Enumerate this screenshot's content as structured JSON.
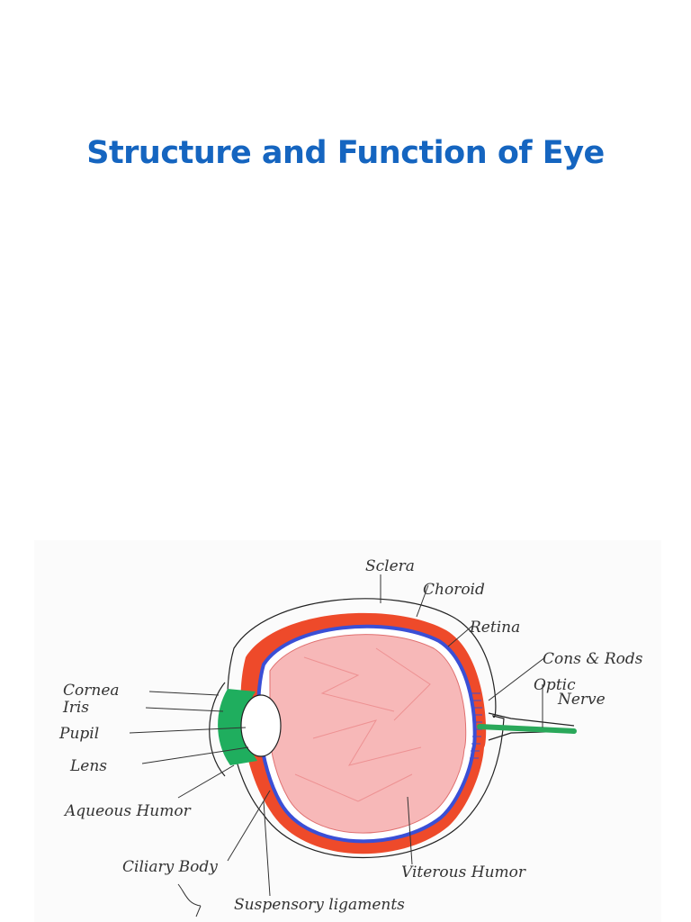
{
  "slide": {
    "title": "Structure and Function of Eye",
    "title_color": "#1565c0"
  },
  "diagram": {
    "labels": {
      "sclera": "Sclera",
      "choroid": "Choroid",
      "retina": "Retina",
      "cones_rods": "Cons & Rods",
      "optic": "Optic",
      "nerve": "Nerve",
      "cornea": "Cornea",
      "iris": "Iris",
      "pupil": "Pupil",
      "lens": "Lens",
      "aqueous_humor": "Aqueous Humor",
      "ciliary_body": "Ciliary Body",
      "vitreous_humor": "Viterous Humor",
      "suspensory_ligaments": "Suspensory ligaments"
    },
    "colors": {
      "sclera": "#ee4a2a",
      "choroid": "#3a4fd6",
      "vitreous": "#f7b8b8",
      "iris_cornea": "#1fae5e",
      "optic_nerve": "#2aa85a"
    }
  }
}
